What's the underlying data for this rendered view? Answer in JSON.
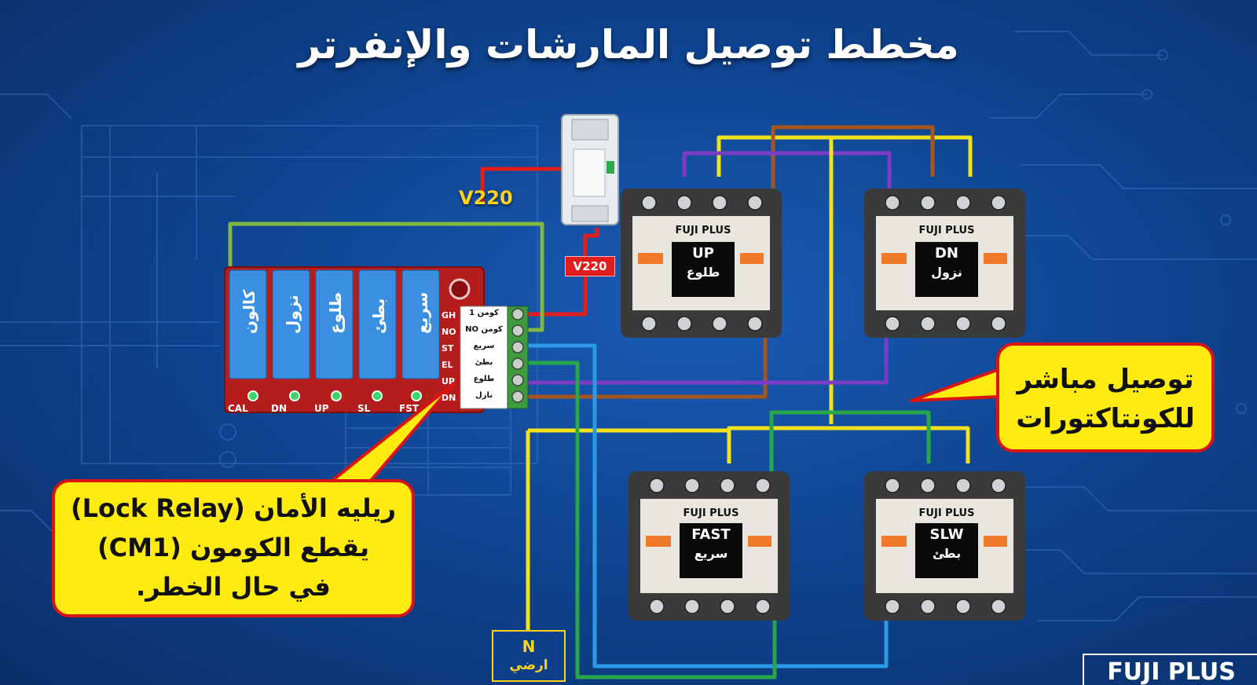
{
  "title": "مخطط توصيل المارشات والإنفرتر",
  "supply_label": "V220",
  "breaker_label": "V220",
  "relay_board": {
    "relays": [
      "كالون",
      "نزول",
      "طلوع",
      "بطئ",
      "سريع"
    ],
    "led_labels": [
      "CAL",
      "DN",
      "UP",
      "SL",
      "FST"
    ],
    "terminals": [
      "كومن 1",
      "كومن NO",
      "سريع",
      "بطئ",
      "طلوع",
      "نازل"
    ],
    "side_codes": [
      "GH",
      "NO",
      "ST",
      "EL",
      "UP",
      "DN"
    ]
  },
  "contactors": [
    {
      "brand": "FUJI PLUS",
      "code": "UP",
      "name": "طلوع"
    },
    {
      "brand": "FUJI PLUS",
      "code": "DN",
      "name": "نزول"
    },
    {
      "brand": "FUJI PLUS",
      "code": "FAST",
      "name": "سريع"
    },
    {
      "brand": "FUJI PLUS",
      "code": "SLW",
      "name": "بطئ"
    }
  ],
  "callout_lock": {
    "line1": "ريليه الأمان (Lock Relay)",
    "line2": "يقطع الكومون (CM1)",
    "line3": "في حال الخطر."
  },
  "callout_direct": {
    "line1": "توصيل مباشر",
    "line2": "للكونتاكتورات"
  },
  "neutral": {
    "code": "N",
    "name": "ارضي"
  },
  "footer_brand": "FUJI PLUS",
  "colors": {
    "background": "#0f4592",
    "wire_red": "#e21d1d",
    "wire_yellow": "#f2e21a",
    "wire_brown": "#a4561e",
    "wire_purple": "#7b3cc6",
    "wire_green": "#27a64a",
    "wire_blue": "#2a9ae6",
    "wire_olive": "#7fb843",
    "callout_fill": "#ffeb0f",
    "callout_border": "#d81414"
  }
}
